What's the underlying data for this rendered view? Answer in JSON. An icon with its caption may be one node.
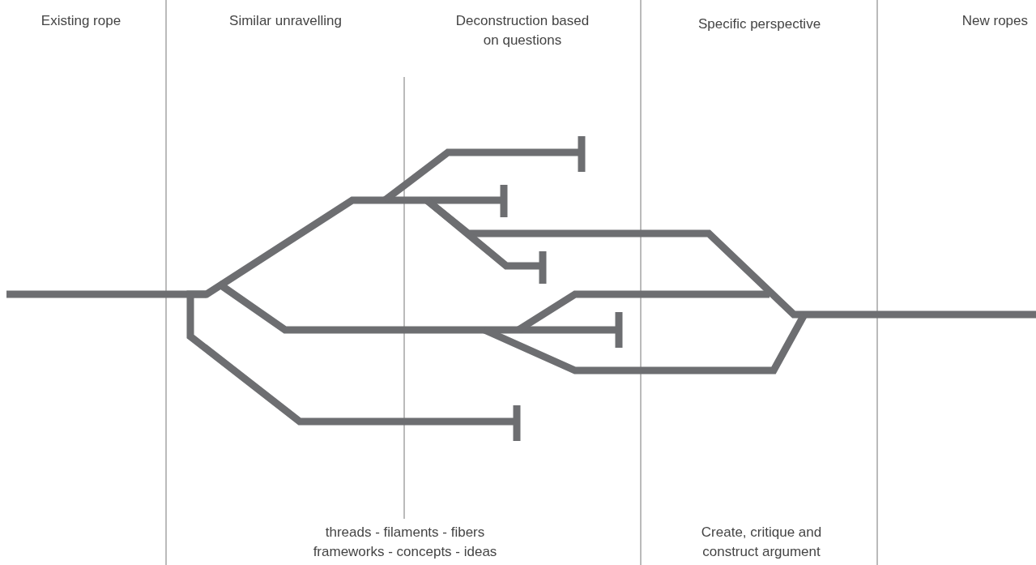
{
  "diagram": {
    "labels": [
      "Existing rope",
      "Similar unravelling",
      "Deconstruction based on questions",
      "Specific perspective",
      "New ropes",
      "threads - filaments - fibers frameworks - concepts - ideas",
      "Create, critique and construct argument"
    ]
  }
}
